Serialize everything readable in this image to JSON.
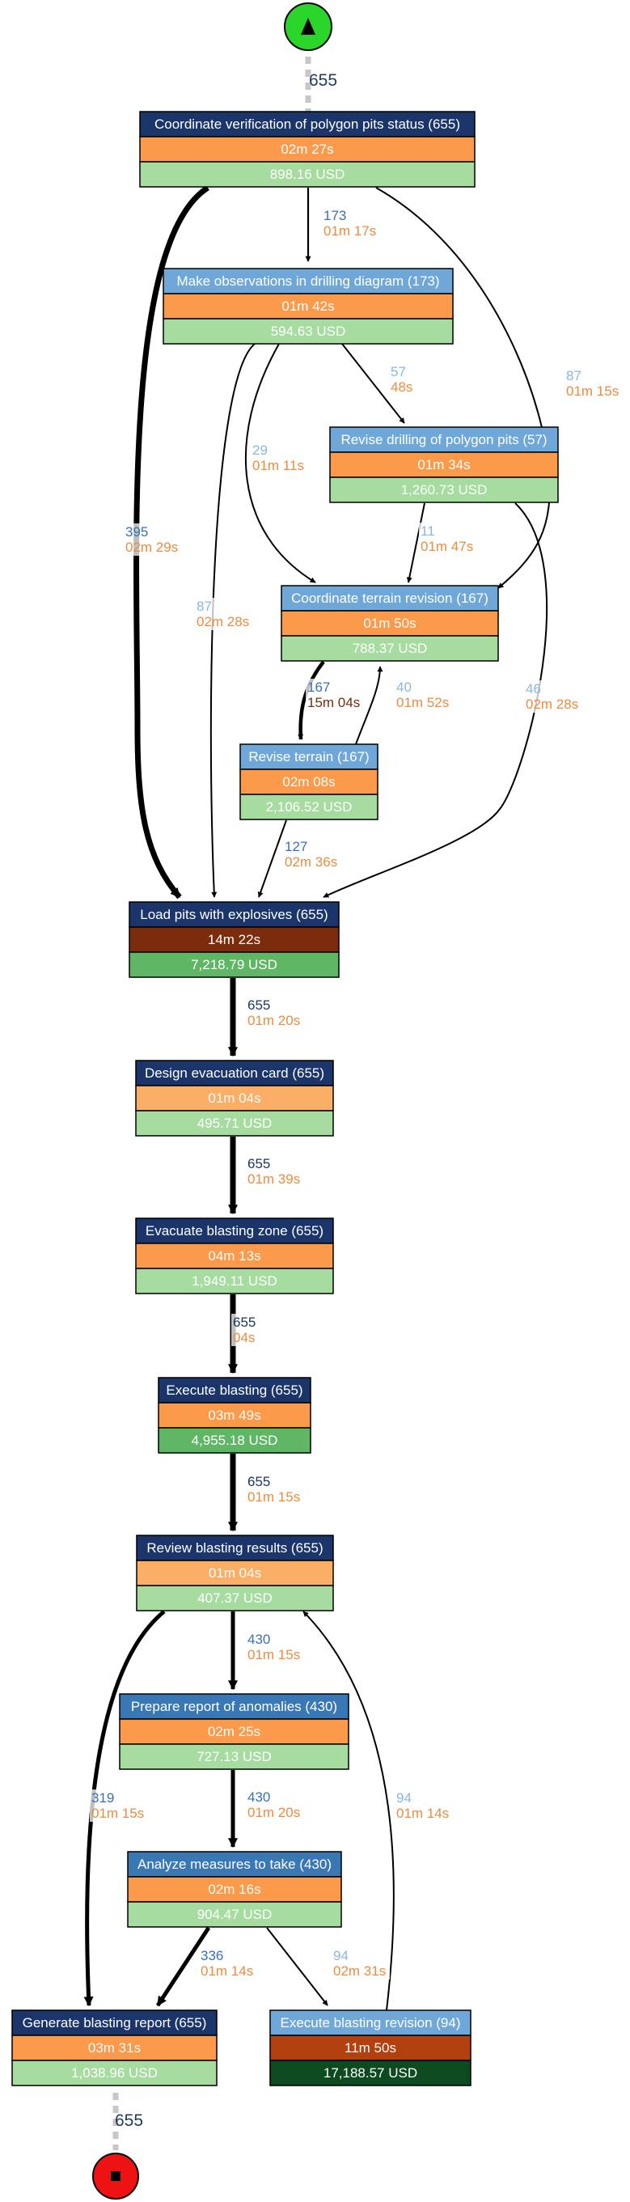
{
  "colors": {
    "band_dark_navy": "#1b356a",
    "band_medium_blue": "#3a77b5",
    "band_light_blue": "#6fa8d8",
    "time_orange": "#fb9a4a",
    "time_light_orange": "#fbae66",
    "time_dark_brown": "#7a2c0d",
    "time_rust": "#b2410f",
    "cost_light_green": "#a6dca0",
    "cost_medium_green": "#5fb766",
    "cost_dark_green": "#0c4a1f",
    "start_fill": "#2ad62a",
    "end_fill": "#ee1212",
    "frequency_text": "#3a70b5",
    "frequency_text_light": "#8ab6e0",
    "frequency_text_dark": "#1b356a",
    "duration_text": "#f08a3c",
    "duration_text_dark": "#7a2c0d",
    "edge_line": "#000000",
    "dashed_line": "#c7c7c7"
  },
  "start_node": {
    "icon": "play-triangle-icon",
    "out_count": "655"
  },
  "end_node": {
    "icon": "stop-square-icon",
    "in_count": "655"
  },
  "nodes": [
    {
      "id": "coord-verif",
      "title": "Coordinate verification of polygon pits status (655)",
      "time": "02m 27s",
      "cost": "898.16 USD",
      "band": "band_dark_navy",
      "time_color": "time_orange",
      "cost_color": "cost_light_green"
    },
    {
      "id": "make-obs",
      "title": "Make observations in drilling diagram (173)",
      "time": "01m 42s",
      "cost": "594.63 USD",
      "band": "band_light_blue",
      "time_color": "time_orange",
      "cost_color": "cost_light_green"
    },
    {
      "id": "revise-drilling",
      "title": "Revise drilling of polygon pits (57)",
      "time": "01m 34s",
      "cost": "1,260.73 USD",
      "band": "band_light_blue",
      "time_color": "time_orange",
      "cost_color": "cost_light_green"
    },
    {
      "id": "coord-terrain",
      "title": "Coordinate terrain revision (167)",
      "time": "01m 50s",
      "cost": "788.37 USD",
      "band": "band_light_blue",
      "time_color": "time_orange",
      "cost_color": "cost_light_green"
    },
    {
      "id": "revise-terrain",
      "title": "Revise terrain (167)",
      "time": "02m 08s",
      "cost": "2,106.52 USD",
      "band": "band_light_blue",
      "time_color": "time_orange",
      "cost_color": "cost_light_green"
    },
    {
      "id": "load-pits",
      "title": "Load pits with explosives (655)",
      "time": "14m 22s",
      "cost": "7,218.79 USD",
      "band": "band_dark_navy",
      "time_color": "time_dark_brown",
      "cost_color": "cost_medium_green"
    },
    {
      "id": "design-evac",
      "title": "Design evacuation card (655)",
      "time": "01m 04s",
      "cost": "495.71 USD",
      "band": "band_dark_navy",
      "time_color": "time_light_orange",
      "cost_color": "cost_light_green"
    },
    {
      "id": "evac-zone",
      "title": "Evacuate blasting zone (655)",
      "time": "04m 13s",
      "cost": "1,949.11 USD",
      "band": "band_dark_navy",
      "time_color": "time_orange",
      "cost_color": "cost_light_green"
    },
    {
      "id": "exec-blast",
      "title": "Execute blasting (655)",
      "time": "03m 49s",
      "cost": "4,955.18 USD",
      "band": "band_dark_navy",
      "time_color": "time_orange",
      "cost_color": "cost_medium_green"
    },
    {
      "id": "review",
      "title": "Review blasting results (655)",
      "time": "01m 04s",
      "cost": "407.37 USD",
      "band": "band_dark_navy",
      "time_color": "time_light_orange",
      "cost_color": "cost_light_green"
    },
    {
      "id": "prep-report",
      "title": "Prepare report of anomalies (430)",
      "time": "02m 25s",
      "cost": "727.13 USD",
      "band": "band_medium_blue",
      "time_color": "time_orange",
      "cost_color": "cost_light_green"
    },
    {
      "id": "analyze",
      "title": "Analyze measures to take (430)",
      "time": "02m 16s",
      "cost": "904.47 USD",
      "band": "band_medium_blue",
      "time_color": "time_orange",
      "cost_color": "cost_light_green"
    },
    {
      "id": "gen-report",
      "title": "Generate blasting report (655)",
      "time": "03m 31s",
      "cost": "1,038.96 USD",
      "band": "band_dark_navy",
      "time_color": "time_orange",
      "cost_color": "cost_light_green"
    },
    {
      "id": "exec-revision",
      "title": "Execute blasting revision (94)",
      "time": "11m 50s",
      "cost": "17,188.57 USD",
      "band": "band_light_blue",
      "time_color": "time_rust",
      "cost_color": "cost_dark_green"
    }
  ],
  "edges": [
    {
      "from": "coord-verif",
      "to": "make-obs",
      "freq": "173",
      "time": "01m 17s",
      "freq_color": "frequency_text",
      "time_color": "duration_text"
    },
    {
      "from": "coord-verif",
      "to": "load-pits",
      "freq": "395",
      "time": "02m 29s",
      "freq_color": "frequency_text",
      "time_color": "duration_text"
    },
    {
      "from": "coord-verif",
      "to": "coord-terrain",
      "freq": "87",
      "time": "01m 15s",
      "freq_color": "frequency_text_light",
      "time_color": "duration_text"
    },
    {
      "from": "make-obs",
      "to": "revise-drilling",
      "freq": "57",
      "time": "48s",
      "freq_color": "frequency_text_light",
      "time_color": "duration_text"
    },
    {
      "from": "make-obs",
      "to": "coord-terrain",
      "freq": "29",
      "time": "01m 11s",
      "freq_color": "frequency_text_light",
      "time_color": "duration_text"
    },
    {
      "from": "make-obs",
      "to": "load-pits",
      "freq": "87",
      "time": "02m 28s",
      "freq_color": "frequency_text_light",
      "time_color": "duration_text"
    },
    {
      "from": "revise-drilling",
      "to": "coord-terrain",
      "freq": "11",
      "time": "01m 47s",
      "freq_color": "frequency_text_light",
      "time_color": "duration_text"
    },
    {
      "from": "revise-drilling",
      "to": "load-pits",
      "freq": "46",
      "time": "02m 28s",
      "freq_color": "frequency_text_light",
      "time_color": "duration_text"
    },
    {
      "from": "coord-terrain",
      "to": "revise-terrain",
      "freq": "167",
      "time": "15m 04s",
      "freq_color": "frequency_text",
      "time_color": "duration_text_dark"
    },
    {
      "from": "revise-terrain",
      "to": "coord-terrain",
      "freq": "40",
      "time": "01m 52s",
      "freq_color": "frequency_text_light",
      "time_color": "duration_text"
    },
    {
      "from": "revise-terrain",
      "to": "load-pits",
      "freq": "127",
      "time": "02m 36s",
      "freq_color": "frequency_text",
      "time_color": "duration_text"
    },
    {
      "from": "load-pits",
      "to": "design-evac",
      "freq": "655",
      "time": "01m 20s",
      "freq_color": "frequency_text_dark",
      "time_color": "duration_text"
    },
    {
      "from": "design-evac",
      "to": "evac-zone",
      "freq": "655",
      "time": "01m 39s",
      "freq_color": "frequency_text_dark",
      "time_color": "duration_text"
    },
    {
      "from": "evac-zone",
      "to": "exec-blast",
      "freq": "655",
      "time": "04s",
      "freq_color": "frequency_text_dark",
      "time_color": "duration_text"
    },
    {
      "from": "exec-blast",
      "to": "review",
      "freq": "655",
      "time": "01m 15s",
      "freq_color": "frequency_text_dark",
      "time_color": "duration_text"
    },
    {
      "from": "review",
      "to": "prep-report",
      "freq": "430",
      "time": "01m 15s",
      "freq_color": "frequency_text",
      "time_color": "duration_text"
    },
    {
      "from": "review",
      "to": "gen-report",
      "freq": "319",
      "time": "01m 15s",
      "freq_color": "frequency_text",
      "time_color": "duration_text"
    },
    {
      "from": "prep-report",
      "to": "analyze",
      "freq": "430",
      "time": "01m 20s",
      "freq_color": "frequency_text",
      "time_color": "duration_text"
    },
    {
      "from": "analyze",
      "to": "gen-report",
      "freq": "336",
      "time": "01m 14s",
      "freq_color": "frequency_text",
      "time_color": "duration_text"
    },
    {
      "from": "analyze",
      "to": "exec-revision",
      "freq": "94",
      "time": "02m 31s",
      "freq_color": "frequency_text_light",
      "time_color": "duration_text"
    },
    {
      "from": "exec-revision",
      "to": "review",
      "freq": "94",
      "time": "01m 14s",
      "freq_color": "frequency_text_light",
      "time_color": "duration_text"
    }
  ]
}
